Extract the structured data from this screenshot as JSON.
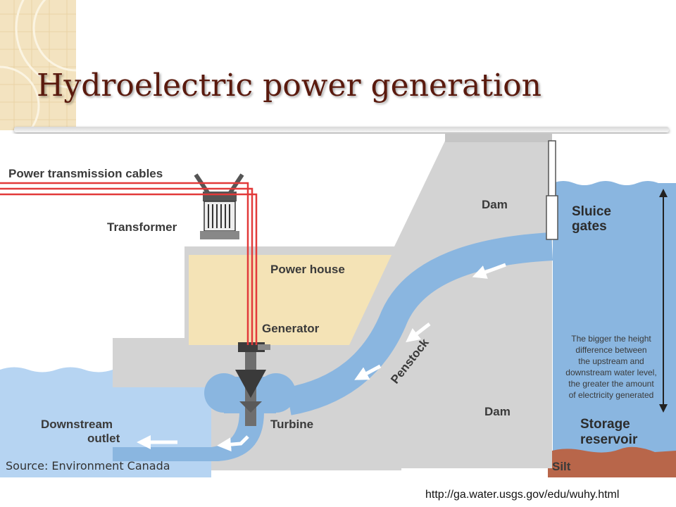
{
  "slide": {
    "title": "Hydroelectric power generation",
    "url": "http://ga.water.usgs.gov/edu/wuhy.html"
  },
  "diagram": {
    "labels": {
      "power_cables": "Power transmission cables",
      "transformer": "Transformer",
      "dam_top": "Dam",
      "sluice_1": "Sluice",
      "sluice_2": "gates",
      "power_house": "Power house",
      "generator": "Generator",
      "penstock": "Penstock",
      "turbine": "Turbine",
      "dam_bottom": "Dam",
      "downstream_1": "Downstream",
      "downstream_2": "outlet",
      "storage_1": "Storage",
      "storage_2": "reservoir",
      "silt": "Silt"
    },
    "note_lines": [
      "The bigger the height",
      "difference between",
      "the upstream and",
      "downstream water level,",
      "the greater the amount",
      "of electricity generated"
    ],
    "source": "Source: Environment Canada"
  },
  "colors": {
    "title": "#5a1a0e",
    "water": "#8ab6e0",
    "water_light": "#b6d4f2",
    "concrete": "#d3d3d3",
    "power_house": "#f4e3b6",
    "cables": "#e23a3a",
    "silt": "#b8664a",
    "corner_pattern": "#f3e3c0"
  }
}
